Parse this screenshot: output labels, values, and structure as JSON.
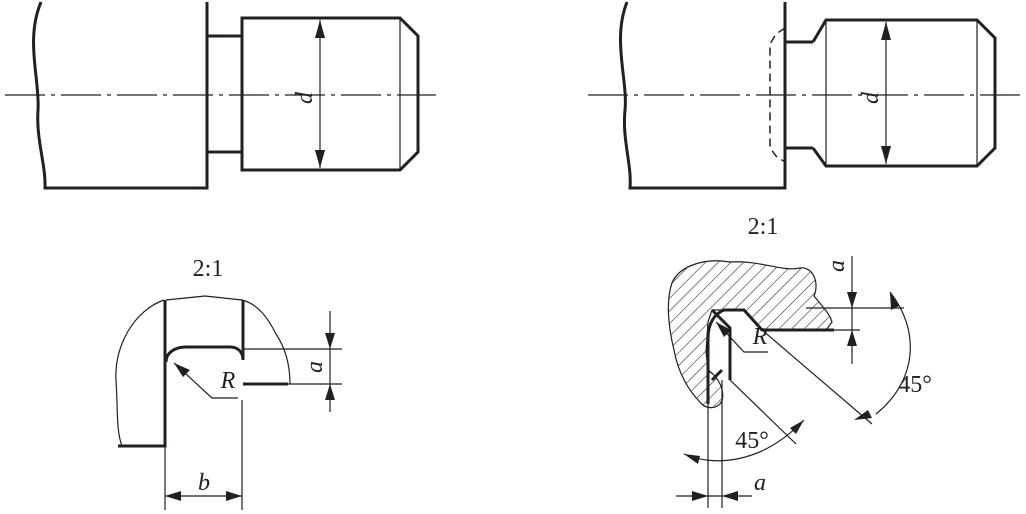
{
  "views": {
    "top_left": {
      "dim_label": "d"
    },
    "top_right": {
      "dim_label": "d"
    }
  },
  "details": {
    "left": {
      "scale": "2:1",
      "radius_label": "R",
      "depth_label": "a",
      "width_label": "b"
    },
    "right": {
      "scale": "2:1",
      "radius_label": "R",
      "depth_label_top": "a",
      "depth_label_bottom": "a",
      "angle_outer": "45°",
      "angle_inner": "45°"
    }
  }
}
